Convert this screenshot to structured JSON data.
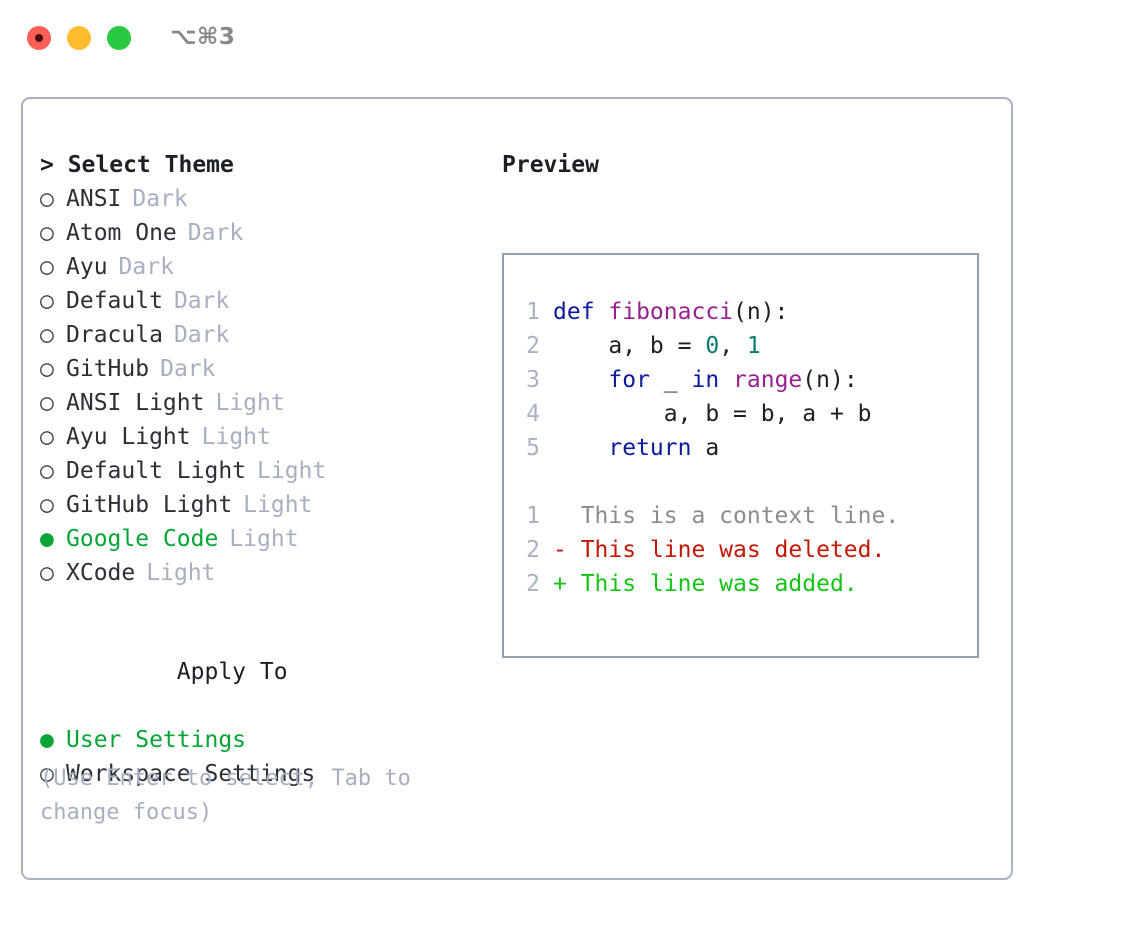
{
  "titlebar": {
    "shortcut": "⌥⌘3",
    "buttons": [
      {
        "name": "close",
        "color": "#ff5f57"
      },
      {
        "name": "minimize",
        "color": "#febc2e"
      },
      {
        "name": "maximize",
        "color": "#28c840"
      }
    ]
  },
  "colors": {
    "panel_border": "#aab2c0",
    "code_border": "#95a0b3",
    "accent_green": "#07a436",
    "muted": "#a7afc0",
    "keyword": "#0b1a9e",
    "function": "#97228f",
    "number": "#0a7a6e",
    "plain": "#1b1f26",
    "lineno": "#aab2c2",
    "diff_context": "#8c8c8c",
    "diff_deleted": "#c21807",
    "diff_added": "#14c414"
  },
  "theme_picker": {
    "heading": "> Select Theme",
    "marker_selected": "●",
    "marker_unselected": "○",
    "items": [
      {
        "label": "ANSI",
        "tag": "Dark",
        "selected": false
      },
      {
        "label": "Atom One",
        "tag": "Dark",
        "selected": false
      },
      {
        "label": "Ayu",
        "tag": "Dark",
        "selected": false
      },
      {
        "label": "Default",
        "tag": "Dark",
        "selected": false
      },
      {
        "label": "Dracula",
        "tag": "Dark",
        "selected": false
      },
      {
        "label": "GitHub",
        "tag": "Dark",
        "selected": false
      },
      {
        "label": "ANSI Light",
        "tag": "Light",
        "selected": false
      },
      {
        "label": "Ayu Light",
        "tag": "Light",
        "selected": false
      },
      {
        "label": "Default Light",
        "tag": "Light",
        "selected": false
      },
      {
        "label": "GitHub Light",
        "tag": "Light",
        "selected": false
      },
      {
        "label": "Google Code",
        "tag": "Light",
        "selected": true
      },
      {
        "label": "XCode",
        "tag": "Light",
        "selected": false
      }
    ]
  },
  "apply_to": {
    "heading": "Apply To",
    "items": [
      {
        "label": "User Settings",
        "selected": true
      },
      {
        "label": "Workspace Settings",
        "selected": false
      }
    ]
  },
  "hint": "(Use Enter to select, Tab to change focus)",
  "preview": {
    "title": "Preview",
    "code_lines": [
      {
        "no": "1",
        "tokens": [
          {
            "t": "def ",
            "c": "kw"
          },
          {
            "t": "fibonacci",
            "c": "fn"
          },
          {
            "t": "(n):",
            "c": "pl"
          }
        ]
      },
      {
        "no": "2",
        "tokens": [
          {
            "t": "    a, b = ",
            "c": "pl"
          },
          {
            "t": "0",
            "c": "num"
          },
          {
            "t": ", ",
            "c": "pl"
          },
          {
            "t": "1",
            "c": "num"
          }
        ]
      },
      {
        "no": "3",
        "tokens": [
          {
            "t": "    ",
            "c": "pl"
          },
          {
            "t": "for",
            "c": "kw"
          },
          {
            "t": " _ ",
            "c": "pl"
          },
          {
            "t": "in",
            "c": "kw"
          },
          {
            "t": " ",
            "c": "pl"
          },
          {
            "t": "range",
            "c": "fn"
          },
          {
            "t": "(n):",
            "c": "pl"
          }
        ]
      },
      {
        "no": "4",
        "tokens": [
          {
            "t": "        a, b = b, a + b",
            "c": "pl"
          }
        ]
      },
      {
        "no": "5",
        "tokens": [
          {
            "t": "    ",
            "c": "kw"
          },
          {
            "t": "return",
            "c": "kw"
          },
          {
            "t": " a",
            "c": "pl"
          }
        ]
      }
    ],
    "diff_lines": [
      {
        "no": "1",
        "sign": " ",
        "text": "  This is a context line.",
        "kind": "ctx"
      },
      {
        "no": "2",
        "sign": " ",
        "text": "- This line was deleted.",
        "kind": "del"
      },
      {
        "no": "2",
        "sign": " ",
        "text": "+ This line was added.",
        "kind": "add"
      }
    ]
  }
}
